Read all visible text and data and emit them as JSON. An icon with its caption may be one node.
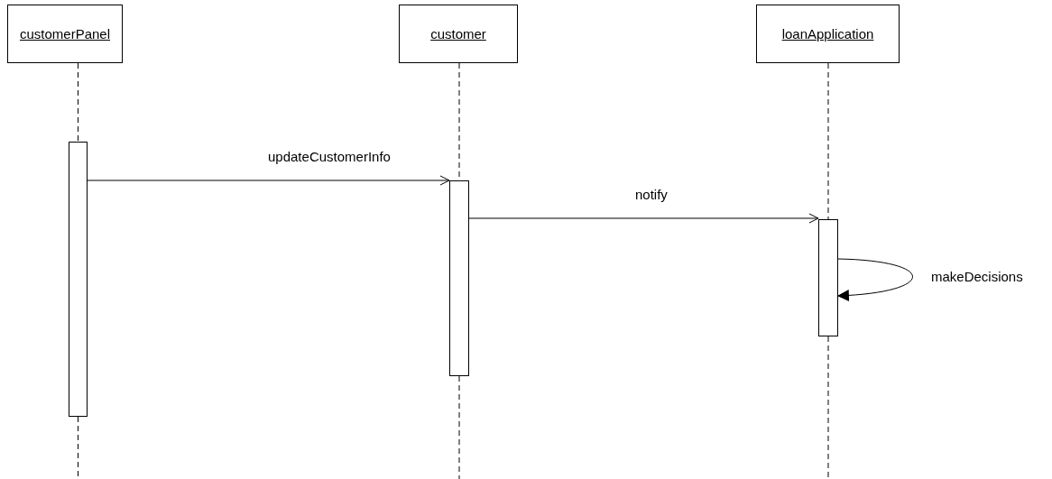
{
  "diagram": {
    "nodes": [
      {
        "text": [
          "customerPanel"
        ]
      },
      {
        "text": [
          "customer"
        ]
      },
      {
        "text": [
          "loanApplication"
        ]
      },
      {
        "text": [],
        "shape": "bar"
      },
      {
        "text": [],
        "shape": "bar"
      },
      {
        "text": [],
        "shape": "bar"
      }
    ],
    "edges": [
      {
        "from": 0,
        "to": 3,
        "arrow": "none",
        "style": "dashed"
      },
      {
        "from": 1,
        "to": 4,
        "arrow": "none",
        "style": "dashed"
      },
      {
        "from": 2,
        "to": 5,
        "arrow": "none",
        "style": "dashed"
      },
      {
        "from": 3,
        "to": 4,
        "arrow": "to",
        "label": "updateCustomerInfo"
      },
      {
        "from": 4,
        "to": 5,
        "arrow": "to",
        "label": "notify"
      },
      {
        "from": 5,
        "to": 5,
        "arrow": "to",
        "label": "makeDecisions"
      }
    ]
  }
}
